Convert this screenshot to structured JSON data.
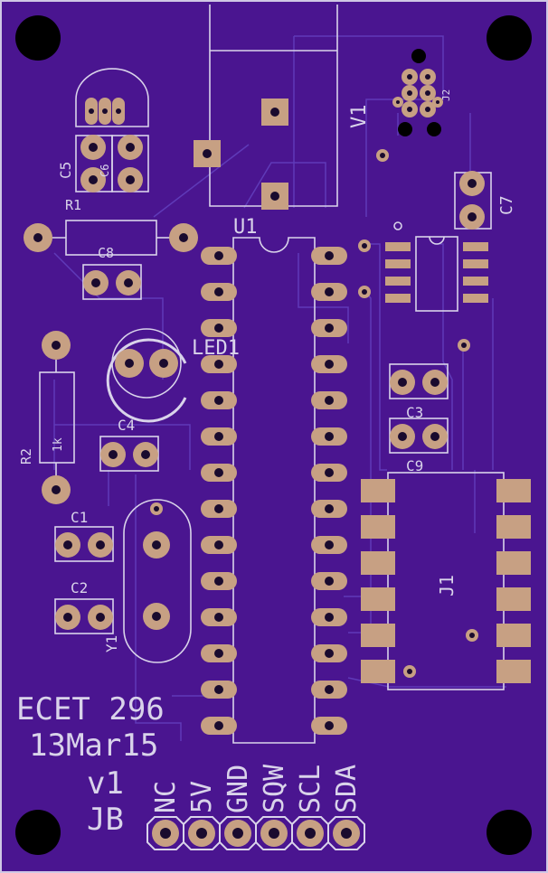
{
  "board": {
    "background": "#4a1590",
    "border_color": "#cfc7e4",
    "silkscreen_color": "#d9d3ea",
    "pad_color": "#c7a083",
    "trace_color": "#5f3ab8"
  },
  "labels": {
    "u1_chip": "U1",
    "v1_reg": "V1",
    "j2": "J2",
    "c7": "C7",
    "c5": "C5",
    "c6": "C6",
    "r1": "R1",
    "c8": "C8",
    "led1": "LED1",
    "r2": "R2",
    "r2_value": "1k",
    "c4": "C4",
    "c3": "C3",
    "c9": "C9",
    "c1": "C1",
    "c2": "C2",
    "y1": "Y1",
    "j1": "J1"
  },
  "board_text": {
    "line1": "ECET 296",
    "line2": "13Mar15",
    "line3": "v1",
    "line4": "JB"
  },
  "header_pins": [
    "NC",
    "5V",
    "GND",
    "SQW",
    "SCL",
    "SDA"
  ]
}
